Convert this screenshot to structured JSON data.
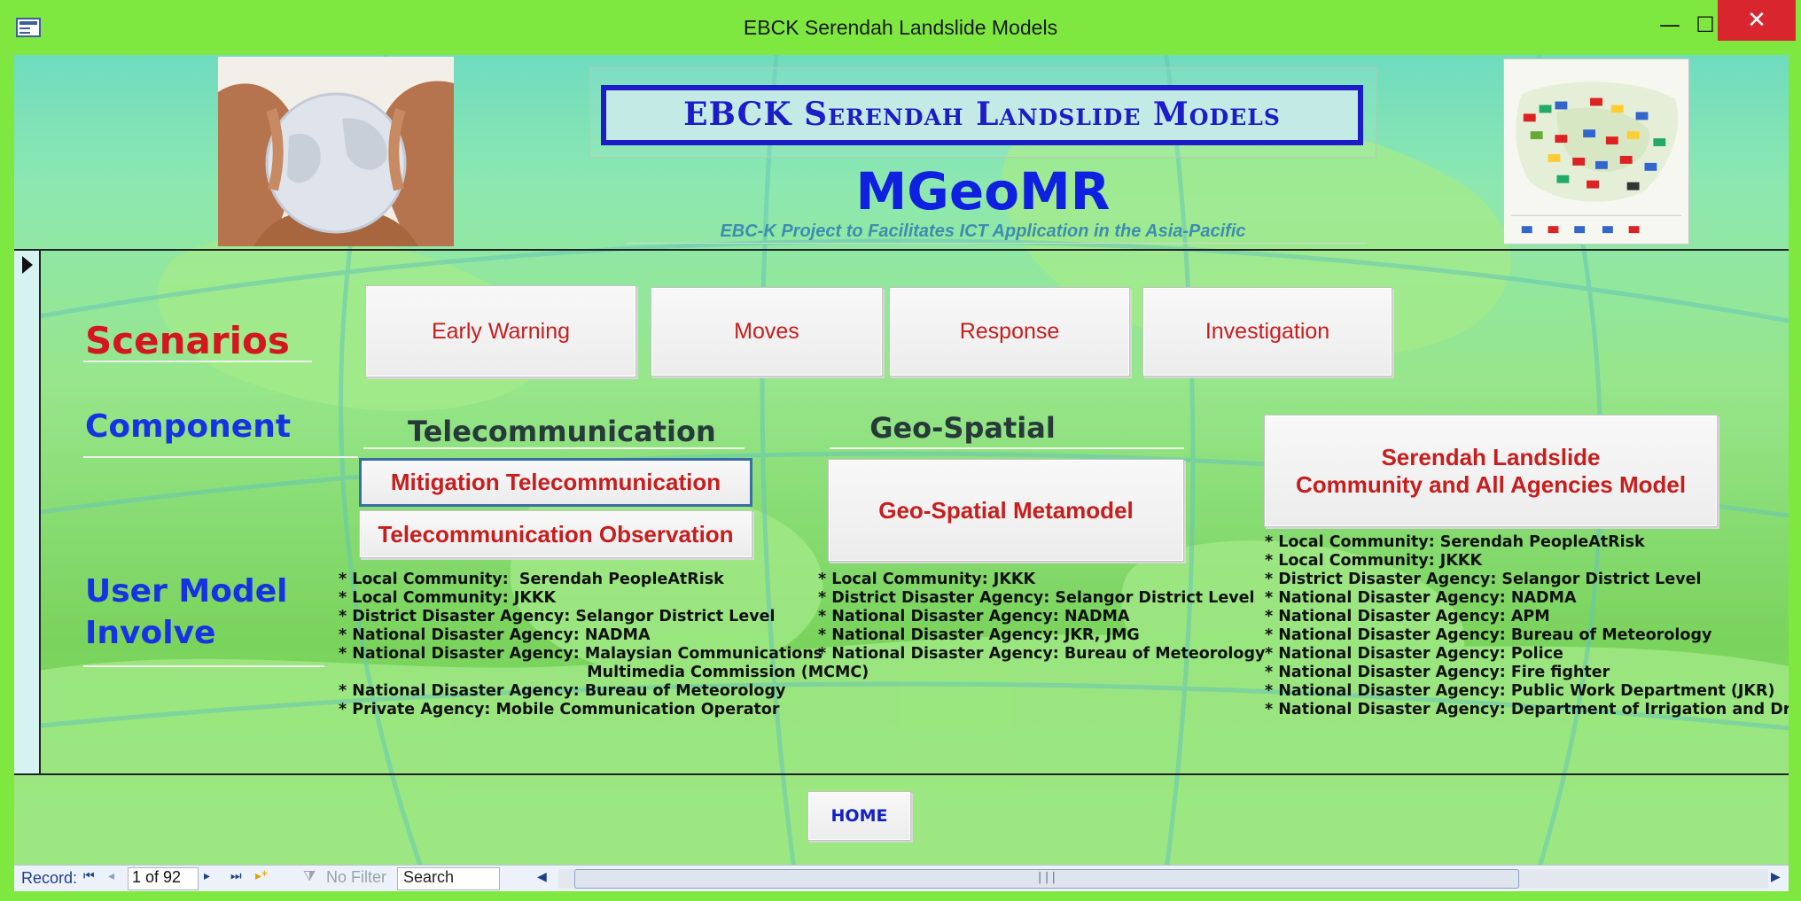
{
  "window": {
    "title": "EBCK Serendah Landslide Models",
    "minimize_glyph": "—",
    "maximize_glyph": "☐",
    "close_glyph": "✕"
  },
  "header": {
    "project_title": "EBCK Serendah Landslide Models",
    "app_name": "MGeoMR",
    "subtitle": "EBC-K Project to Facilitates ICT Application in the Asia-Pacific"
  },
  "labels": {
    "scenarios": "Scenarios",
    "component": "Component",
    "user_model_line1": "User Model",
    "user_model_line2": "Involve"
  },
  "scenarios": {
    "early_warning": "Early Warning",
    "moves": "Moves",
    "response": "Response",
    "investigation": "Investigation"
  },
  "components": {
    "telecom_header": "Telecommunication",
    "geospatial_header": "Geo-Spatial",
    "mitigation_telecom": "Mitigation Telecommunication",
    "telecom_observation": "Telecommunication Observation",
    "geospatial_metamodel": "Geo-Spatial Metamodel",
    "serendah_model_line1": "Serendah Landslide",
    "serendah_model_line2": "Community and All Agencies Model"
  },
  "user_models": {
    "telecom": [
      "* Local Community:  Serendah PeopleAtRisk",
      "* Local Community: JKKK",
      "* District Disaster Agency: Selangor District Level",
      "* National Disaster Agency: NADMA",
      "* National Disaster Agency: Malaysian Communications",
      "                                              Multimedia Commission (MCMC)",
      "* National Disaster Agency: Bureau of Meteorology",
      "* Private Agency: Mobile Communication Operator"
    ],
    "geospatial": [
      "* Local Community: JKKK",
      "* District Disaster Agency: Selangor District Level",
      "* National Disaster Agency: NADMA",
      "* National Disaster Agency: JKR, JMG",
      "* National Disaster Agency: Bureau of Meteorology"
    ],
    "serendah": [
      "* Local Community: Serendah PeopleAtRisk",
      "* Local Community: JKKK",
      "* District Disaster Agency: Selangor District Level",
      "* National Disaster Agency: NADMA",
      "* National Disaster Agency: APM",
      "* National Disaster Agency: Bureau of Meteorology",
      "* National Disaster Agency: Police",
      "* National Disaster Agency: Fire fighter",
      "* National Disaster Agency: Public Work Department (JKR)",
      "* National Disaster Agency: Department of Irrigation and Drainag"
    ]
  },
  "footer": {
    "home": "HOME"
  },
  "navigation": {
    "record_label": "Record:",
    "record_counter": "1 of 92",
    "filter_status": "No Filter",
    "search": "Search",
    "first_glyph": "⏮",
    "prev_glyph": "◂",
    "next_glyph": "▸",
    "last_glyph": "⏭",
    "new_glyph": "▸*",
    "scroll_left_glyph": "◀",
    "scroll_right_glyph": "▶",
    "scroll_grip": "|||"
  },
  "colors": {
    "window_chrome": "#7ee840",
    "scenario_text": "#c81d1d",
    "label_red": "#d4161f",
    "label_blue": "#1633e3",
    "title_blue": "#1c1cc9",
    "close_red": "#d9262e"
  },
  "icons": {
    "app": "form-icon",
    "hands": "hands-globe-image",
    "map": "member-countries-map-image"
  }
}
